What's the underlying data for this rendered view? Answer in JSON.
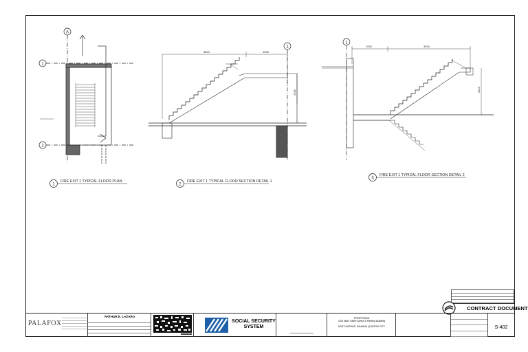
{
  "drawing": {
    "plan_label": "FIRE EXIT 1 TYPICAL FLOOR PLAN",
    "section1_label": "FIRE EXIT 1 TYPICAL FLOOR SECTION DETAIL 1",
    "section2_label": "FIRE EXIT 1 TYPICAL FLOOR SECTION DETAIL 2",
    "detail_numbers": [
      "1",
      "2",
      "3"
    ],
    "grid_a": "A",
    "grid_1": "1",
    "grid_2": "2",
    "dim_3600": "3600",
    "dim_1525_a": "1525",
    "dim_1520": "1520",
    "dim_3330": "3330",
    "dim_2185": "2185",
    "dim_2015": "2015"
  },
  "title_block": {
    "firm_name": "PALAFOX",
    "engineer_name": "ARTHUR E. LAZARO",
    "client_name_line1": "SOCIAL SECURITY",
    "client_name_line2": "SYSTEM",
    "project_label": "PROPOSED",
    "project_name": "SSS Main Office Annex & Parking Building",
    "project_address": "EAST AVENUE, DILIMAN, QUEZON CITY",
    "contract_document": "CONTRACT DOCUMENT",
    "sheet_number": "S-402"
  }
}
